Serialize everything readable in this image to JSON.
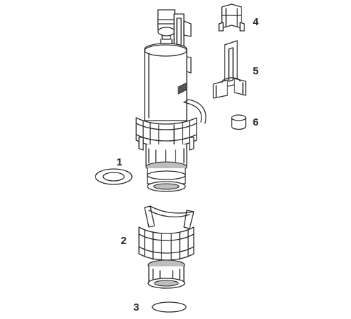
{
  "diagram": {
    "callouts": [
      {
        "key": "4",
        "text": "4"
      },
      {
        "key": "5",
        "text": "5"
      },
      {
        "key": "6",
        "text": "6"
      },
      {
        "key": "1",
        "text": "1"
      },
      {
        "key": "2",
        "text": "2"
      },
      {
        "key": "3",
        "text": "3"
      }
    ]
  },
  "colors": {
    "line": "#2b2b2b",
    "shade": "#bdbdbd",
    "background": "#ffffff"
  }
}
